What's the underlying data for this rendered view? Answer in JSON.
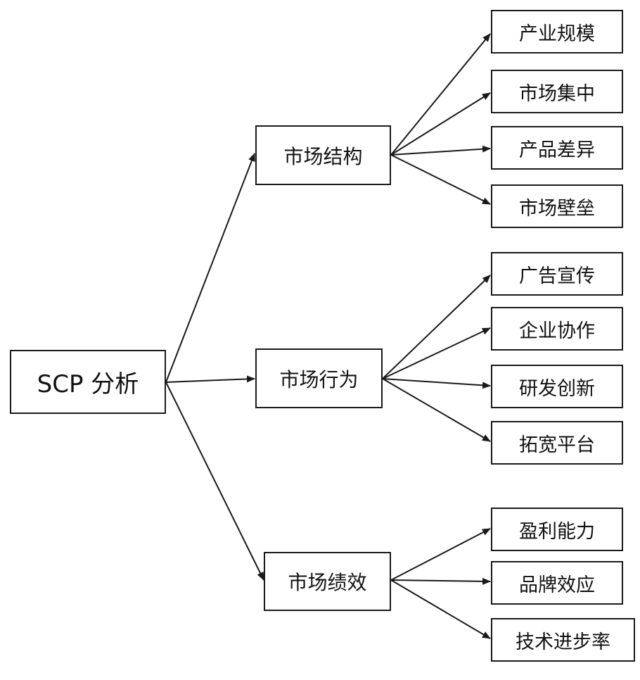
{
  "root": {
    "label": "SCP 分析"
  },
  "branches": [
    {
      "label": "市场结构",
      "children": [
        "产业规模",
        "市场集中",
        "产品差异",
        "市场壁垒"
      ]
    },
    {
      "label": "市场行为",
      "children": [
        "广告宣传",
        "企业协作",
        "研发创新",
        "拓宽平台"
      ]
    },
    {
      "label": "市场绩效",
      "children": [
        "盈利能力",
        "品牌效应",
        "技术进步率"
      ]
    }
  ],
  "style": {
    "line_color": "#1a1a1a",
    "box_border_color": "#1a1a1a",
    "background": "#ffffff"
  }
}
